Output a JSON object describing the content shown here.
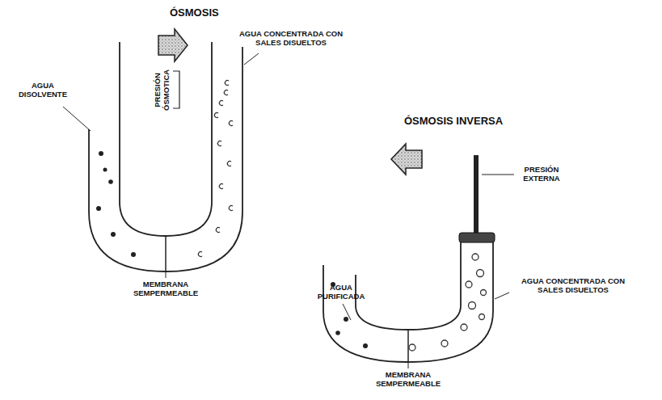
{
  "diagram": {
    "labels": [
      "ÓSMOSIS",
      "AGUA CONCENTRADA CON SALES DISUELTOS",
      "AGUA DISOLVENTE",
      "PRESIÓN ÓSMOTICA",
      "MEMBRANA SEMPERMEABLE",
      "ÓSMOSIS INVERSA",
      "PRESIÓN EXTERNA",
      "AGUA PURIFICADA",
      "AGUA CONCENTRADA CON SALES DISUELTOS",
      "MEMBRANA SEMPERMEABLE"
    ]
  }
}
